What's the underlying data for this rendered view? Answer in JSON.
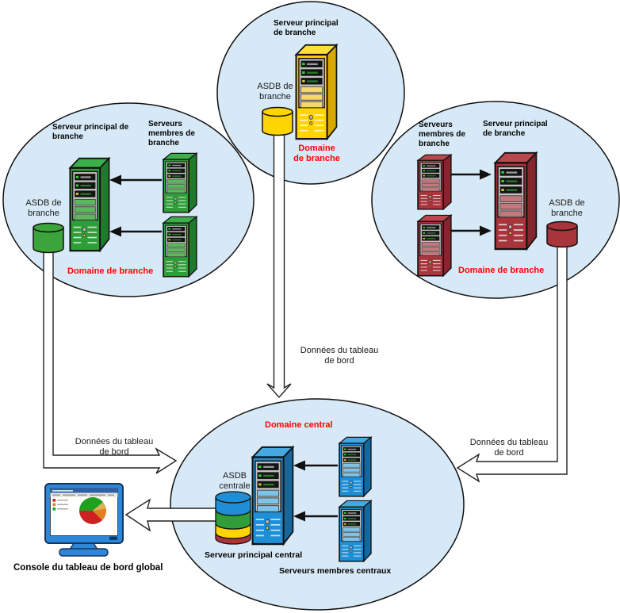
{
  "colors": {
    "domain_fill": "#D7E9F6",
    "domain_border": "#111111",
    "branch_top_server": "#FFD400",
    "branch_left_server": "#2F9E38",
    "branch_right_server": "#A8343C",
    "central_server": "#1E8FD6",
    "domain_label_red": "#FF0000",
    "asdb_central_bands": [
      "#1E8FD6",
      "#2F9E38",
      "#FFD400",
      "#A8343C"
    ]
  },
  "domains": {
    "branch_top": {
      "principal_lines": [
        "Serveur principal",
        "de branche"
      ],
      "asdb_lines": [
        "ASDB de",
        "branche"
      ],
      "domain_lines": [
        "Domaine",
        "de branche"
      ]
    },
    "branch_left": {
      "principal_lines": [
        "Serveur principal de",
        "branche"
      ],
      "members_lines": [
        "Serveurs",
        "membres de",
        "branche"
      ],
      "asdb_lines": [
        "ASDB de",
        "branche"
      ],
      "domain_label": "Domaine de branche"
    },
    "branch_right": {
      "members_lines": [
        "Serveurs",
        "membres de",
        "branche"
      ],
      "principal_lines": [
        "Serveur principal",
        "de branche"
      ],
      "asdb_lines": [
        "ASDB de",
        "branche"
      ],
      "domain_label": "Domaine de branche"
    },
    "central": {
      "domain_label": "Domaine central",
      "asdb_lines": [
        "ASDB",
        "centrale"
      ],
      "principal_label": "Serveur principal central",
      "members_label": "Serveurs membres centraux"
    }
  },
  "flow_label_lines": [
    "Données du tableau",
    "de bord"
  ],
  "console": {
    "label": "Console du tableau de bord global",
    "pie_slices": [
      {
        "color": "#1FA11F",
        "percent": 39
      },
      {
        "color": "#D8B25A",
        "percent": 8
      },
      {
        "color": "#E2821E",
        "percent": 15
      },
      {
        "color": "#CC2222",
        "percent": 37
      }
    ]
  }
}
